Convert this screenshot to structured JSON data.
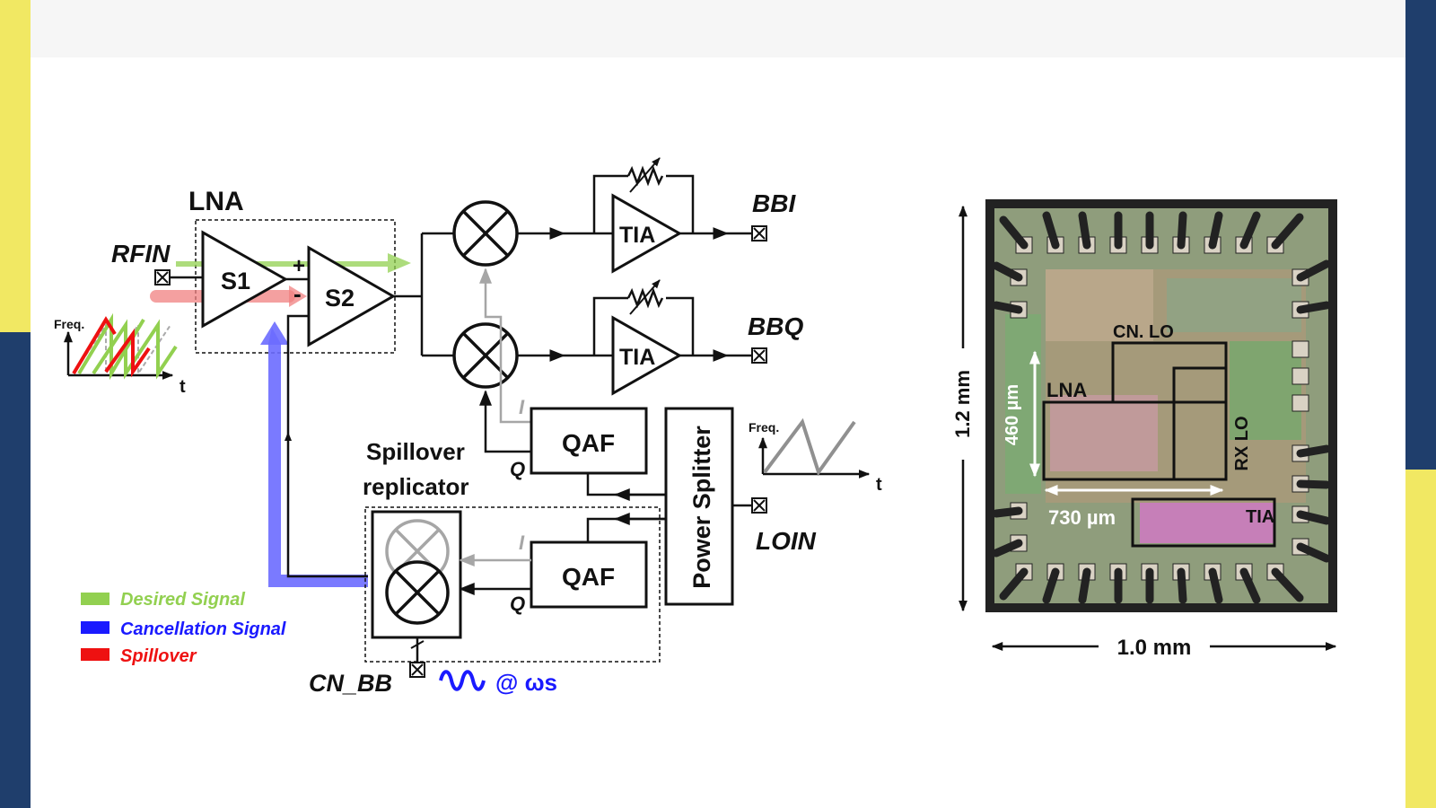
{
  "colors": {
    "left_bar_top": "#f1e863",
    "left_bar_bottom": "#1f3e6c",
    "right_bar_top": "#1f3e6c",
    "right_bar_bottom": "#f1e863",
    "desired_signal": "#92d050",
    "cancellation_signal": "#1a1aff",
    "spillover": "#ee1111",
    "replica_gray": "#a6a6a6"
  },
  "diagram": {
    "lna": "LNA",
    "rfin": "RFIN",
    "s1": "S1",
    "s2": "S2",
    "plus": "+",
    "minus": "-",
    "bbi": "BBI",
    "bbq": "BBQ",
    "tia": "TIA",
    "qaf": "QAF",
    "i": "I",
    "q": "Q",
    "power_splitter": "Power Splitter",
    "loin": "LOIN",
    "spillover_replicator_line1": "Spillover",
    "spillover_replicator_line2": "replicator",
    "cn_bb": "CN_BB",
    "omega_s": "@ ωs",
    "freq": "Freq.",
    "t": "t",
    "legend": {
      "desired": "Desired Signal",
      "cancellation": "Cancellation Signal",
      "spillover": "Spillover"
    }
  },
  "chip": {
    "height_label": "1.2 mm",
    "width_label": "1.0 mm",
    "cn_lo": "CN. LO",
    "lna": "LNA",
    "rx_lo": "RX LO",
    "tia": "TIA",
    "dim_460": "460 µm",
    "dim_730": "730 µm"
  }
}
